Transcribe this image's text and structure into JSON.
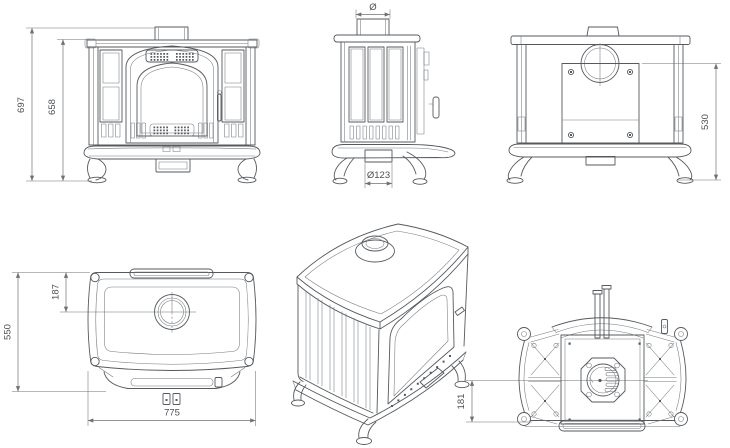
{
  "drawing": {
    "type": "technical-dimension-drawing",
    "subject": "cast iron wood-burning stove, six views",
    "background": "#ffffff",
    "line_color": "#565a5e",
    "dimension_color": "#6e7276",
    "text_color": "#4c5054",
    "views": {
      "front": {
        "dims": {
          "overall_height": "697",
          "body_height": "658"
        }
      },
      "side": {
        "dims": {
          "flue_diameter": "Ø",
          "outlet_diameter": "Ø123"
        }
      },
      "rear": {
        "dims": {
          "flue_center_height": "530"
        }
      },
      "top": {
        "dims": {
          "depth": "550",
          "flue_center_from_back": "187",
          "width": "775"
        }
      },
      "isometric": {
        "dims": {}
      },
      "bottom": {
        "dims": {
          "outlet_center_to_front": "181"
        }
      }
    }
  }
}
